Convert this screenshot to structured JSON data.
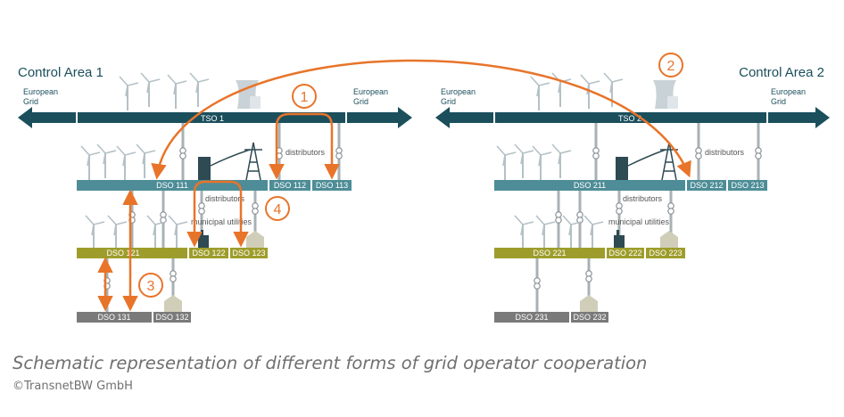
{
  "areas": [
    {
      "title": "Control Area 1",
      "left_grid": "European\nGrid",
      "right_grid": "European\nGrid",
      "tso": "TSO 1"
    },
    {
      "title": "Control Area 2",
      "left_grid": "European\nGrid",
      "right_grid": "European\nGrid",
      "tso": "TSO 2"
    }
  ],
  "dso_labels": {
    "dso111": "DSO 111",
    "dso112": "DSO 112",
    "dso113": "DSO 113",
    "dso121": "DSO 121",
    "dso122": "DSO 122",
    "dso123": "DSO 123",
    "dso131": "DSO 131",
    "dso132": "DSO 132",
    "dso211": "DSO 211",
    "dso212": "DSO 212",
    "dso213": "DSO 213",
    "dso221": "DSO 221",
    "dso222": "DSO 222",
    "dso223": "DSO 223",
    "dso231": "DSO 231",
    "dso232": "DSO 232"
  },
  "annotations": {
    "distributors": "distributors",
    "municipal_utilities": "municipal utilities"
  },
  "cooperation_markers": [
    "1",
    "2",
    "3",
    "4"
  ],
  "caption": "Schematic representation of different forms of grid operator cooperation",
  "credit": "©TransnetBW GmbH",
  "colors": {
    "tso_bar": "#1b4f5c",
    "dso_level1": "#4e8d97",
    "dso_level2": "#9e9d2c",
    "dso_level3": "#7a7a7a",
    "arrow": "#e8742a",
    "icon": "#b4c1c6"
  }
}
